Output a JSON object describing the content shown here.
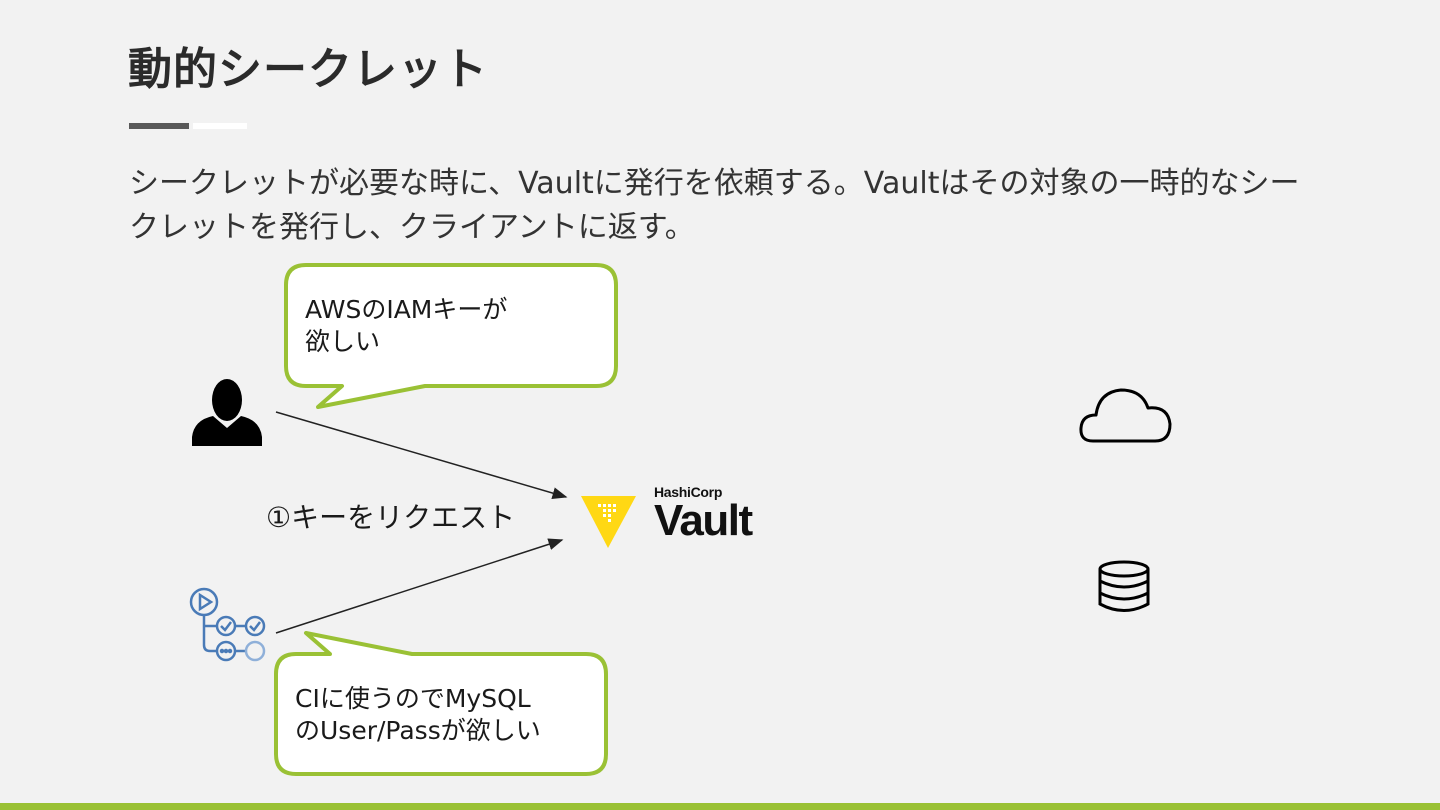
{
  "slide": {
    "title": "動的シークレット",
    "description": "シークレットが必要な時に、Vaultに発行を依頼する。Vaultはその対象の一時的なシークレットを発行し、クライアントに返す。"
  },
  "diagram": {
    "bubble_top": {
      "lines": [
        "AWSのIAMキーが",
        "欲しい"
      ]
    },
    "bubble_bottom": {
      "lines": [
        "CIに使うのでMySQL",
        "のUser/Passが欲しい"
      ]
    },
    "request_label": "①キーをリクエスト",
    "vault": {
      "brand": "HashiCorp",
      "name": "Vault"
    },
    "icons": [
      "user-icon",
      "workflow-icon",
      "vault-logo",
      "cloud-icon",
      "database-icon"
    ]
  },
  "colors": {
    "accent_green": "#9ac135",
    "vault_yellow": "#ffd814",
    "workflow_blue": "#4a7bb7"
  }
}
